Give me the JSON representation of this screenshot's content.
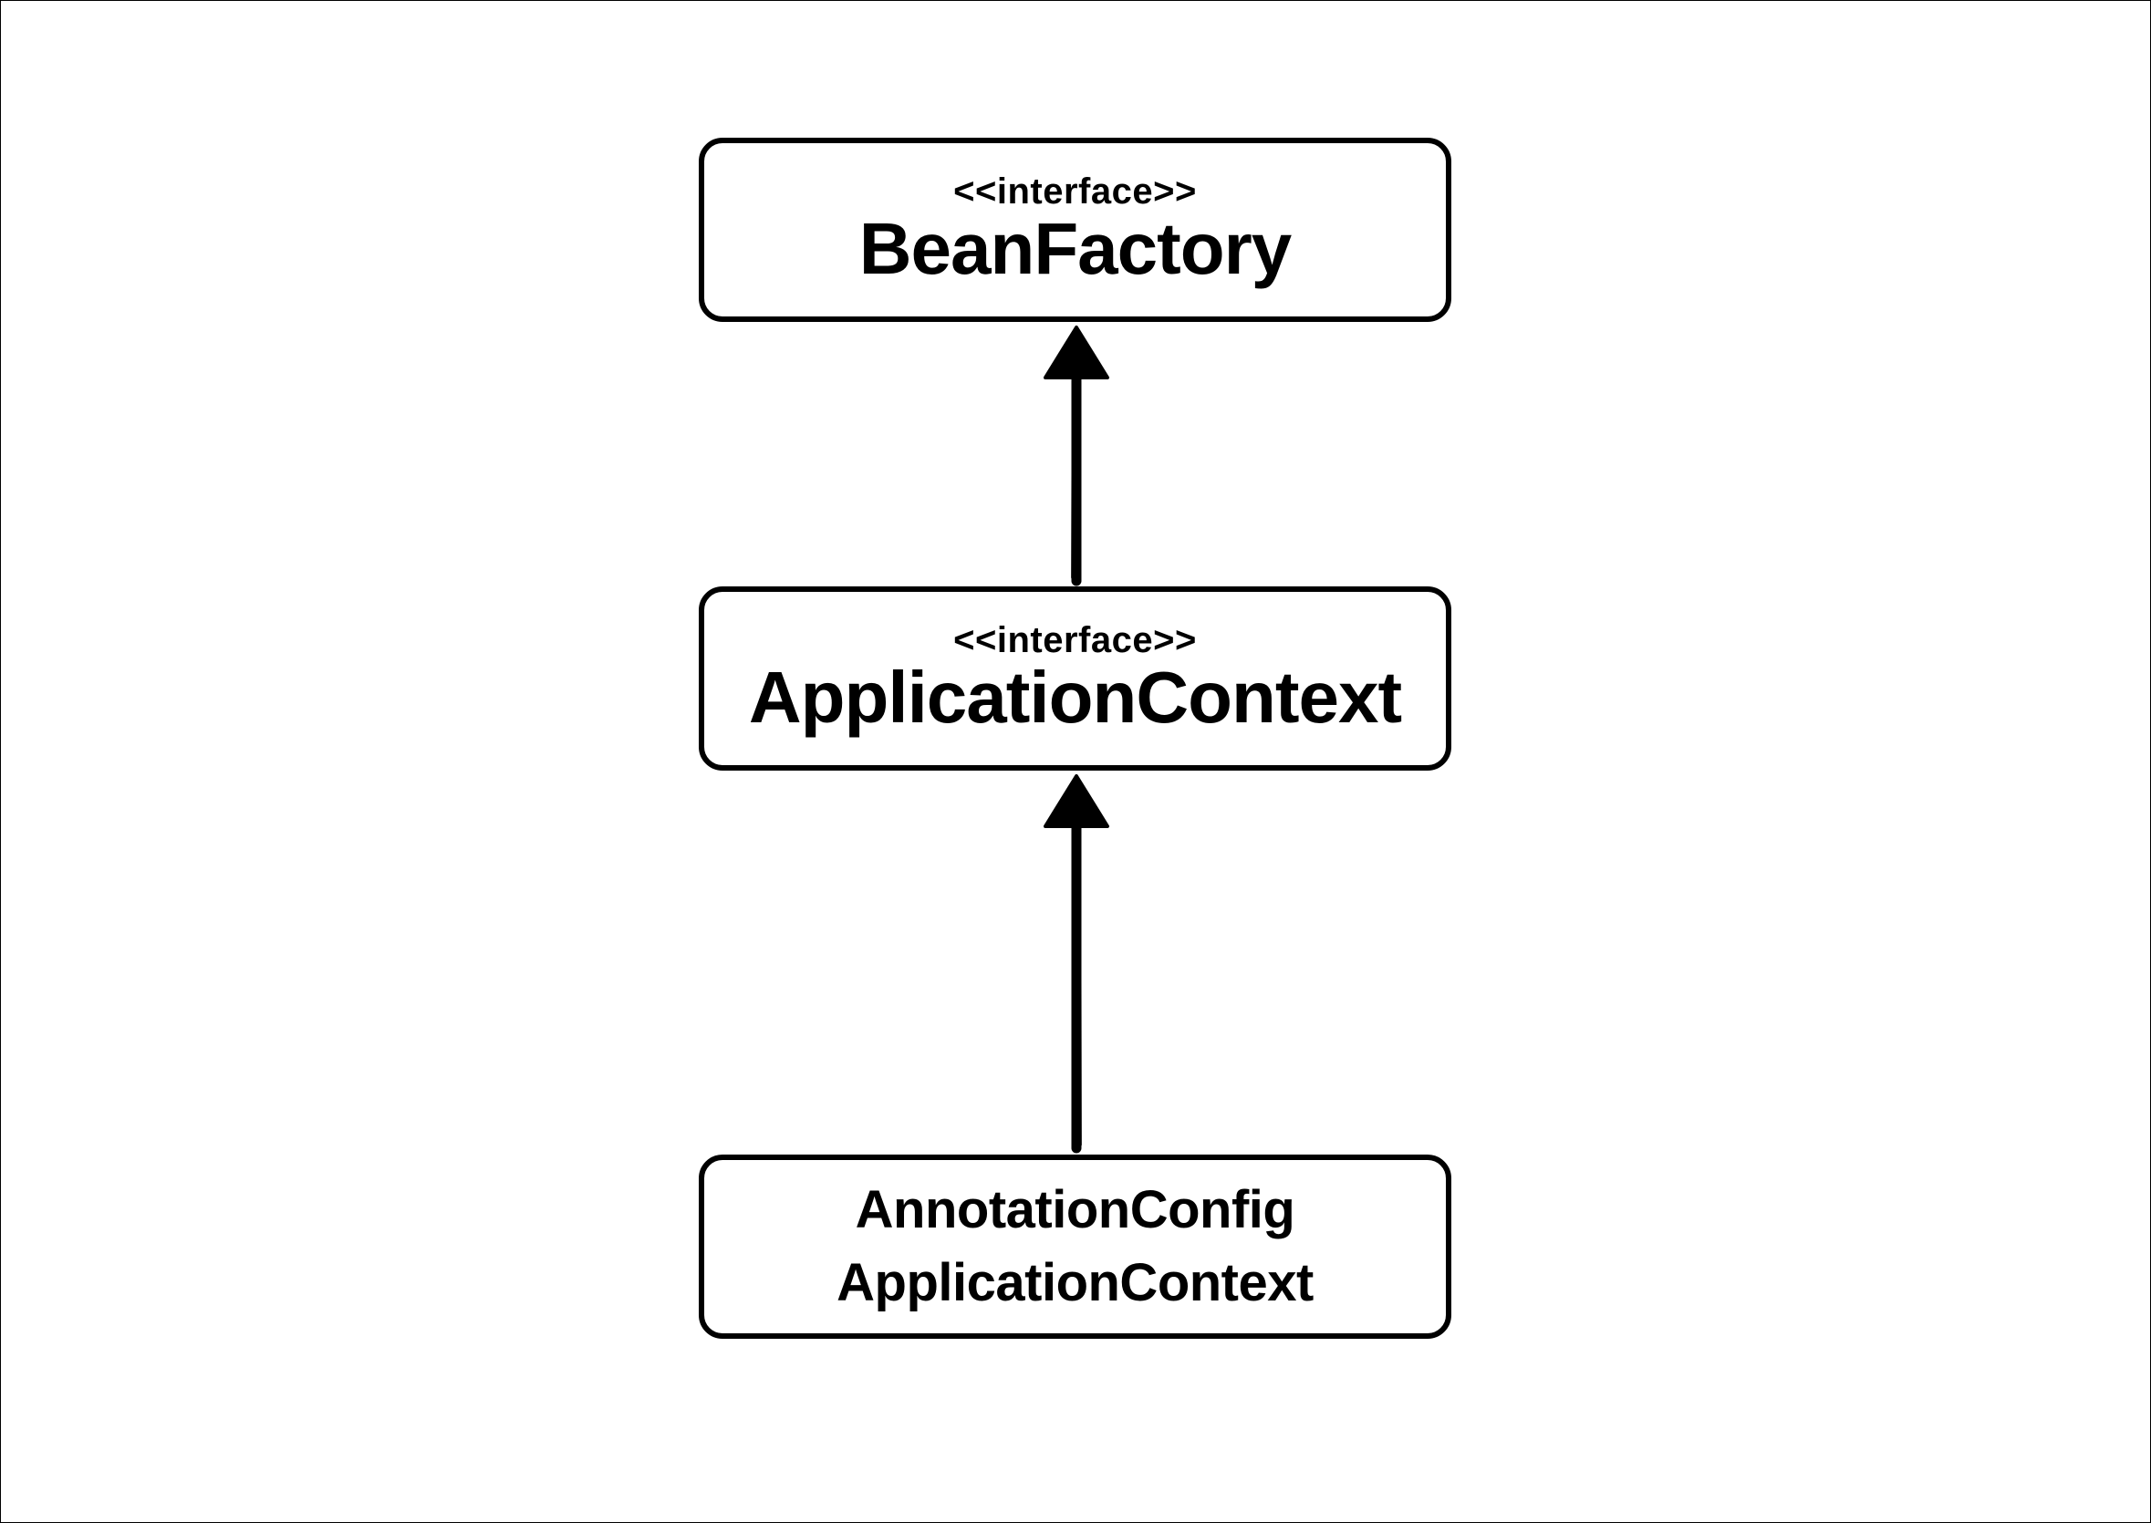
{
  "nodes": {
    "bean_factory": {
      "stereotype": "<<interface>>",
      "name": "BeanFactory"
    },
    "application_context": {
      "stereotype": "<<interface>>",
      "name": "ApplicationContext"
    },
    "annotation_config": {
      "name_line_1": "AnnotationConfig",
      "name_line_2": "ApplicationContext"
    }
  },
  "edges": [
    {
      "from": "application_context",
      "to": "bean_factory",
      "type": "inheritance"
    },
    {
      "from": "annotation_config",
      "to": "application_context",
      "type": "implementation"
    }
  ],
  "colors": {
    "stroke": "#000000",
    "background": "#ffffff"
  }
}
